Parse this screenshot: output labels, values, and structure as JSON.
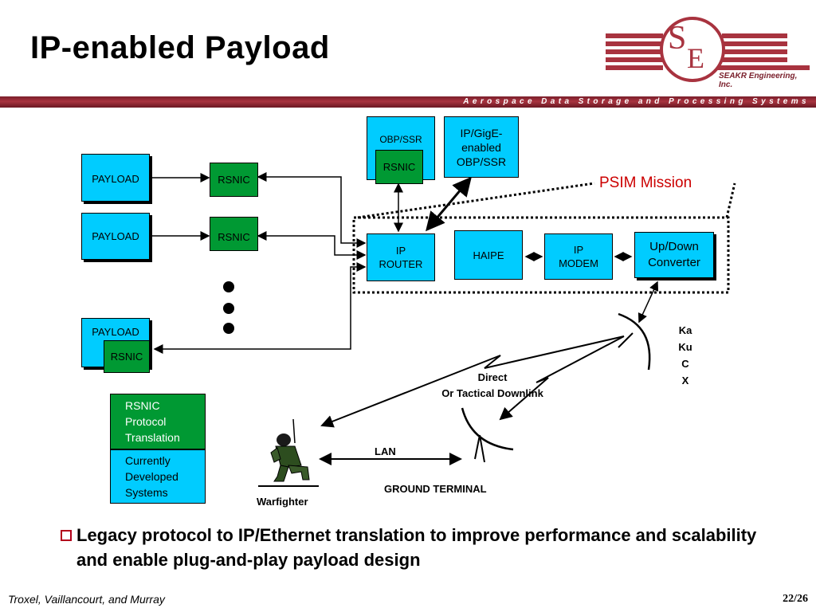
{
  "slide": {
    "title": "IP-enabled Payload",
    "logo_letters": [
      "S",
      "E"
    ],
    "company": "SEAKR Engineering, Inc.",
    "tagline": "Aerospace Data Storage and Processing Systems"
  },
  "diagram": {
    "payload_label": "PAYLOAD",
    "rsnic_label": "RSNIC",
    "obp_ssr": "OBP/SSR",
    "ip_gige_lines": [
      "IP/GigE-",
      "enabled",
      "OBP/SSR"
    ],
    "psim_mission": "PSIM Mission",
    "ip_router_lines": [
      "IP",
      "ROUTER"
    ],
    "haipe": "HAIPE",
    "ip_modem_lines": [
      "IP",
      "MODEM"
    ],
    "updown_lines": [
      "Up/Down",
      "Converter"
    ],
    "bands": [
      "Ka",
      "Ku",
      "C",
      "X"
    ],
    "downlink_lines": [
      "Direct",
      "Or Tactical Downlink"
    ],
    "lan": "LAN",
    "ground_terminal": "GROUND TERMINAL",
    "warfighter": "Warfighter",
    "legend_green_lines": [
      "RSNIC",
      "Protocol",
      "Translation"
    ],
    "legend_cyan_lines": [
      "Currently",
      "Developed",
      "Systems"
    ]
  },
  "bullet": {
    "text": "Legacy protocol to IP/Ethernet translation to improve performance and scalability and enable plug-and-play payload design"
  },
  "footer": {
    "authors": "Troxel, Vaillancourt, and Murray",
    "page": "22/26"
  },
  "colors": {
    "cyan": "#00ccff",
    "green": "#009933",
    "brand_red": "#a8333f",
    "psim_red": "#cc0000"
  },
  "icons": [
    "satellite-dish-icon",
    "ground-dish-icon",
    "soldier-icon",
    "lightning-link-icon"
  ]
}
